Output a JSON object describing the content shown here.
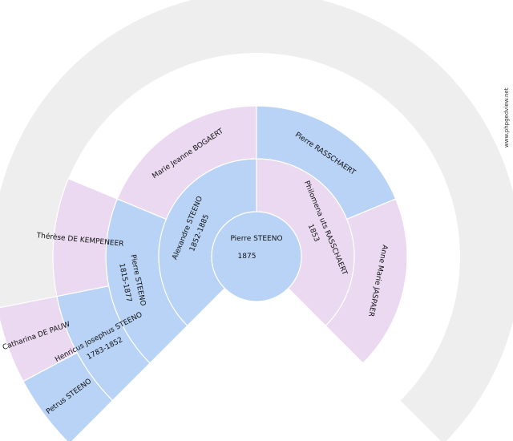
{
  "colors": {
    "background_ring": "#eeeeee",
    "male": "#b8d3f5",
    "female": "#ead9f0",
    "separator": "#ffffff"
  },
  "watermark": "www.phpgedview.net",
  "root": {
    "name": "Pierre STEENO",
    "dates": "1875",
    "sex": "male"
  },
  "persons": [
    {
      "name": "Alexandre STEENO",
      "dates": "1852-1885",
      "sex": "male"
    },
    {
      "name": "Philomena uts RASSCHAERT",
      "dates": "1853",
      "sex": "female"
    },
    {
      "name": "Pierre STEENO",
      "dates": "1815-1877",
      "sex": "male"
    },
    {
      "name": "Marie Jeanne BOGAERT",
      "dates": "",
      "sex": "female"
    },
    {
      "name": "Pierre RASSCHAERT",
      "dates": "",
      "sex": "male"
    },
    {
      "name": "Anne Marie JASPAER",
      "dates": "",
      "sex": "female"
    },
    {
      "name": "Henricus Josephus STEENO",
      "dates": "1783-1852",
      "sex": "male"
    },
    {
      "name": "Thérèse DE KEMPENEER",
      "dates": "",
      "sex": "female"
    },
    {
      "name": "Petrus STEENO",
      "dates": "",
      "sex": "male"
    },
    {
      "name": "Catharina DE PAUW",
      "dates": "",
      "sex": "female"
    }
  ]
}
